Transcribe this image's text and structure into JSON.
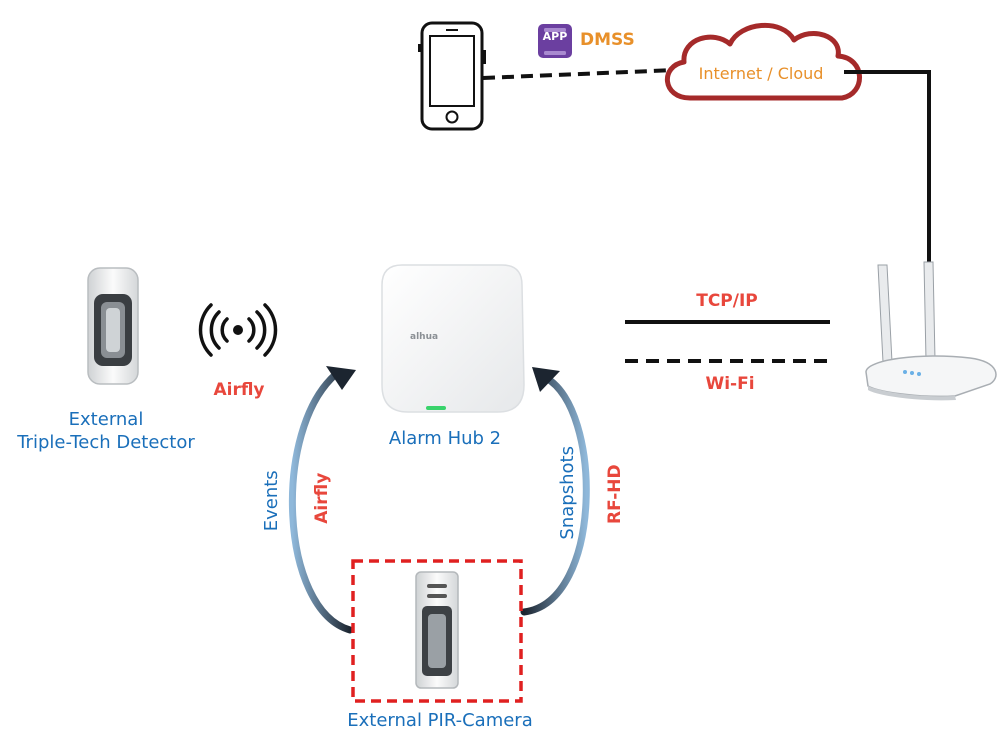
{
  "app_badge": "APP",
  "app_name": "DMSS",
  "cloud_label": "Internet / Cloud",
  "hub_brand": "alhua",
  "hub_label": "Alarm Hub 2",
  "detector_label_line1": "External",
  "detector_label_line2": "Triple-Tech Detector",
  "detector_link_label": "Airfly",
  "wired_link_label": "TCP/IP",
  "wifi_link_label": "Wi-Fi",
  "events_label": "Events",
  "events_protocol_label": "Airfly",
  "snapshots_label": "Snapshots",
  "snapshots_protocol_label": "RF-HD",
  "camera_label": "External PIR-Camera",
  "colors": {
    "blue_text": "#1a6fba",
    "red_text": "#e8473c",
    "orange_text": "#e8902a",
    "cloud_outline": "#a52a2a",
    "app_purple": "#6b3fa0",
    "camera_box": "#e02020"
  }
}
